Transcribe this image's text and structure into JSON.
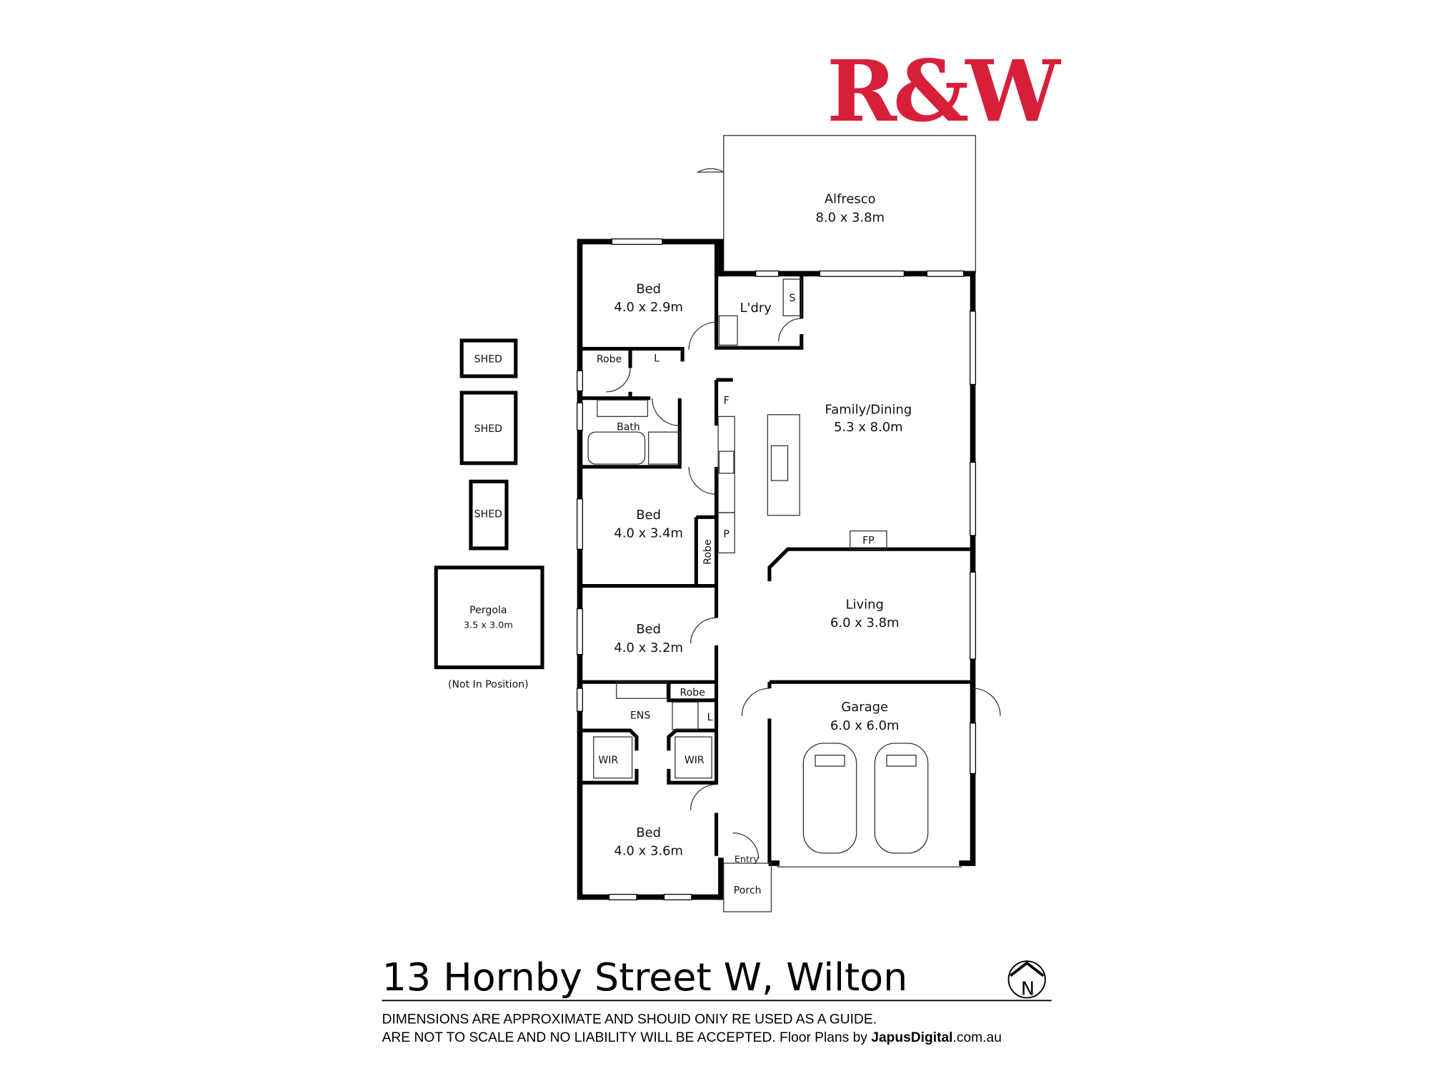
{
  "brand": {
    "logo_text": "R&W",
    "logo_color": "#d71f3a"
  },
  "rooms": {
    "alfresco": {
      "name": "Alfresco",
      "size": "8.0 x 3.8m"
    },
    "bed1": {
      "name": "Bed",
      "size": "4.0 x 2.9m"
    },
    "laundry": {
      "name": "L'dry"
    },
    "laundry_s": "S",
    "robe1": "Robe",
    "linen1": "L",
    "bath": {
      "name": "Bath"
    },
    "fridge": "F",
    "pantry": "P",
    "family": {
      "name": "Family/Dining",
      "size": "5.3 x 8.0m"
    },
    "fireplace": "FP",
    "bed2": {
      "name": "Bed",
      "size": "4.0 x 3.4m"
    },
    "robe2": "Robe",
    "living": {
      "name": "Living",
      "size": "6.0 x 3.8m"
    },
    "bed3": {
      "name": "Bed",
      "size": "4.0 x 3.2m"
    },
    "robe3": "Robe",
    "ens": "ENS",
    "linen2": "L",
    "wir1": "WIR",
    "wir2": "WIR",
    "garage": {
      "name": "Garage",
      "size": "6.0 x 6.0m"
    },
    "bed4": {
      "name": "Bed",
      "size": "4.0 x 3.6m"
    },
    "entry": "Entry",
    "porch": "Porch"
  },
  "outbuildings": {
    "shed1": "SHED",
    "shed2": "SHED",
    "shed3": "SHED",
    "pergola": {
      "name": "Pergola",
      "size": "3.5 x 3.0m",
      "note": "(Not In Position)"
    }
  },
  "footer": {
    "address": "13 Hornby Street W, Wilton",
    "compass_letter": "N",
    "disclaimer_line1": "DIMENSIONS ARE APPROXIMATE AND SHOUID ONIY RE USED AS A GUIDE.",
    "disclaimer_line2": "ARE NOT TO SCALE AND NO LIABILITY WILL BE ACCEPTED. Floor Plans by ",
    "credit_bold": "JapusDigital",
    "credit_suffix": ".com.au"
  }
}
